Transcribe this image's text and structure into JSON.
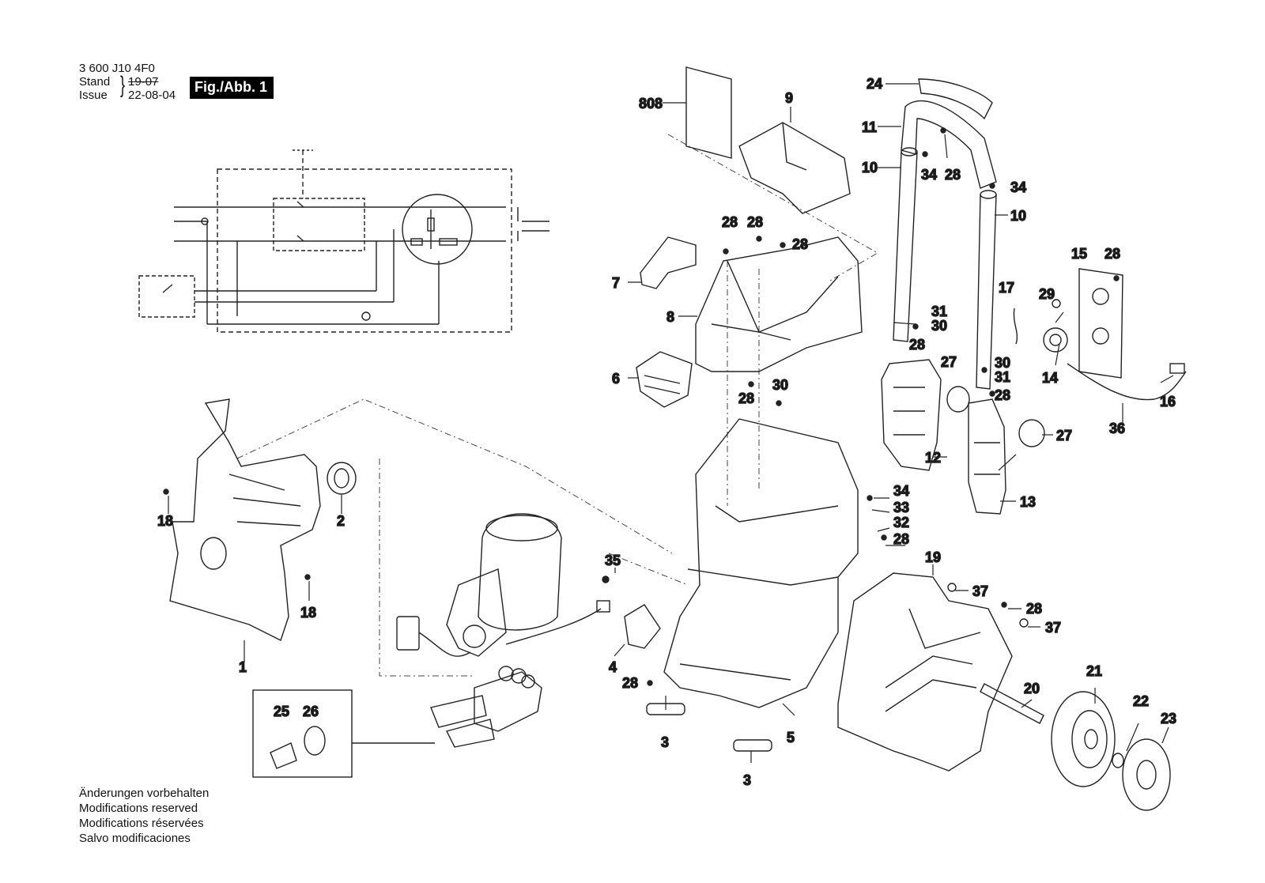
{
  "header": {
    "part_number": "3 600 J10 4F0",
    "stand_label": "Stand",
    "issue_label": "Issue",
    "old_date": "19-07",
    "new_date": "22-08-04",
    "figure": "Fig./Abb. 1"
  },
  "footer": {
    "lines": [
      "Änderungen vorbehalten",
      "Modifications reserved",
      "Modifications réservées",
      "Salvo modificaciones"
    ]
  },
  "labels": {
    "l808": "808",
    "l9": "9",
    "l24": "24",
    "l11": "11",
    "l10a": "10",
    "l34a": "34",
    "l28a": "28",
    "l34b": "34",
    "l10b": "10",
    "l28b": "28",
    "l28c": "28",
    "l28d": "28",
    "l7": "7",
    "l8": "8",
    "l15": "15",
    "l28e": "28",
    "l17": "17",
    "l29": "29",
    "l31a": "31",
    "l30a": "30",
    "l28f": "28",
    "l27a": "27",
    "l30b": "30",
    "l31b": "31",
    "l14": "14",
    "l16": "16",
    "l6": "6",
    "l28g": "28",
    "l30c": "30",
    "l28h": "28",
    "l12": "12",
    "l36": "36",
    "l27b": "27",
    "l34c": "34",
    "l33": "33",
    "l13": "13",
    "l32": "32",
    "l28i": "28",
    "l18a": "18",
    "l2": "2",
    "l19": "19",
    "l35": "35",
    "l37a": "37",
    "l28j": "28",
    "l18b": "18",
    "l37b": "37",
    "l1": "1",
    "l4": "4",
    "l21": "21",
    "l20": "20",
    "l28k": "28",
    "l22": "22",
    "l23": "23",
    "l25": "25",
    "l26": "26",
    "l3a": "3",
    "l5": "5",
    "l3b": "3"
  },
  "colors": {
    "line": "#222222",
    "dash": "#444444",
    "badge_bg": "#000000"
  }
}
